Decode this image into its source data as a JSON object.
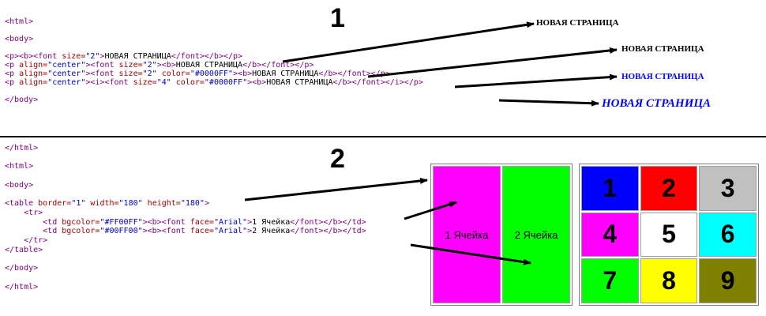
{
  "section1": {
    "number": "1",
    "code_lines": [
      [
        [
          "tag",
          "<html>"
        ]
      ],
      [],
      [
        [
          "tag",
          "<body>"
        ]
      ],
      [],
      [
        [
          "tag",
          "<p><b><font "
        ],
        [
          "attr",
          "size="
        ],
        [
          "val",
          "\"2\""
        ],
        [
          "tag",
          ">"
        ],
        [
          "txt",
          "НОВАЯ СТРАНИЦА"
        ],
        [
          "tag",
          "</font></b></p>"
        ]
      ],
      [
        [
          "tag",
          "<p "
        ],
        [
          "attr",
          "align="
        ],
        [
          "val",
          "\"center\""
        ],
        [
          "tag",
          "><font "
        ],
        [
          "attr",
          "size="
        ],
        [
          "val",
          "\"2\""
        ],
        [
          "tag",
          "><b>"
        ],
        [
          "txt",
          "НОВАЯ СТРАНИЦА"
        ],
        [
          "tag",
          "</b></font></p>"
        ]
      ],
      [
        [
          "tag",
          "<p "
        ],
        [
          "attr",
          "align="
        ],
        [
          "val",
          "\"center\""
        ],
        [
          "tag",
          "><font "
        ],
        [
          "attr",
          "size="
        ],
        [
          "val",
          "\"2\""
        ],
        [
          "tag",
          " "
        ],
        [
          "attr",
          "color="
        ],
        [
          "val",
          "\"#0000FF\""
        ],
        [
          "tag",
          "><b>"
        ],
        [
          "txt",
          "НОВАЯ СТРАНИЦА"
        ],
        [
          "tag",
          "</b></font></p>"
        ]
      ],
      [
        [
          "tag",
          "<p "
        ],
        [
          "attr",
          "align="
        ],
        [
          "val",
          "\"center\""
        ],
        [
          "tag",
          "><i><font "
        ],
        [
          "attr",
          "size="
        ],
        [
          "val",
          "\"4\""
        ],
        [
          "tag",
          " "
        ],
        [
          "attr",
          "color="
        ],
        [
          "val",
          "\"#0000FF\""
        ],
        [
          "tag",
          "><b>"
        ],
        [
          "txt",
          "НОВАЯ СТРАНИЦА"
        ],
        [
          "tag",
          "</b></font></i></p>"
        ]
      ],
      [],
      [
        [
          "tag",
          "</body>"
        ]
      ]
    ],
    "outputs": [
      {
        "text": "НОВАЯ СТРАНИЦА",
        "color": "#000000",
        "italic": false,
        "size": "small"
      },
      {
        "text": "НОВАЯ СТРАНИЦА",
        "color": "#000000",
        "italic": false,
        "size": "small"
      },
      {
        "text": "НОВАЯ СТРАНИЦА",
        "color": "#0000ff",
        "italic": false,
        "size": "small"
      },
      {
        "text": "НОВАЯ СТРАНИЦА",
        "color": "#0000ff",
        "italic": true,
        "size": "large"
      }
    ]
  },
  "section2": {
    "number": "2",
    "code_lines": [
      [
        [
          "tag",
          "</html>"
        ]
      ],
      [],
      [
        [
          "tag",
          "<html>"
        ]
      ],
      [],
      [
        [
          "tag",
          "<body>"
        ]
      ],
      [],
      [
        [
          "tag",
          "<table "
        ],
        [
          "attr",
          "border="
        ],
        [
          "val",
          "\"1\""
        ],
        [
          "tag",
          " "
        ],
        [
          "attr",
          "width="
        ],
        [
          "val",
          "\"180\""
        ],
        [
          "tag",
          " "
        ],
        [
          "attr",
          "height="
        ],
        [
          "val",
          "\"180\""
        ],
        [
          "tag",
          ">"
        ]
      ],
      [
        [
          "tag",
          "    <tr>"
        ]
      ],
      [
        [
          "tag",
          "        <td "
        ],
        [
          "attr",
          "bgcolor="
        ],
        [
          "val",
          "\"#FF00FF\""
        ],
        [
          "tag",
          "><b><font "
        ],
        [
          "attr",
          "face="
        ],
        [
          "val",
          "\"Arial\""
        ],
        [
          "tag",
          ">"
        ],
        [
          "txt",
          "1 Ячейка"
        ],
        [
          "tag",
          "</font></b></td>"
        ]
      ],
      [
        [
          "tag",
          "        <td "
        ],
        [
          "attr",
          "bgcolor="
        ],
        [
          "val",
          "\"#00FF00\""
        ],
        [
          "tag",
          "><b><font "
        ],
        [
          "attr",
          "face="
        ],
        [
          "val",
          "\"Arial\""
        ],
        [
          "tag",
          ">"
        ],
        [
          "txt",
          "2 Ячейка"
        ],
        [
          "tag",
          "</font></b></td>"
        ]
      ],
      [
        [
          "tag",
          "    </tr>"
        ]
      ],
      [
        [
          "tag",
          "</table>"
        ]
      ],
      [],
      [
        [
          "tag",
          "</body>"
        ]
      ],
      [],
      [
        [
          "tag",
          "</html>"
        ]
      ]
    ],
    "example_table": {
      "cells": [
        {
          "text": "1 Ячейка",
          "color": "#ff00ff"
        },
        {
          "text": "2 Ячейка",
          "color": "#00ff00"
        }
      ]
    },
    "grid": [
      {
        "text": "1",
        "color": "#0000ff"
      },
      {
        "text": "2",
        "color": "#ff0000"
      },
      {
        "text": "3",
        "color": "#c0c0c0"
      },
      {
        "text": "4",
        "color": "#ff00ff"
      },
      {
        "text": "5",
        "color": "#ffffff"
      },
      {
        "text": "6",
        "color": "#00ffff"
      },
      {
        "text": "7",
        "color": "#00ff00"
      },
      {
        "text": "8",
        "color": "#ffff00"
      },
      {
        "text": "9",
        "color": "#808000"
      }
    ]
  }
}
